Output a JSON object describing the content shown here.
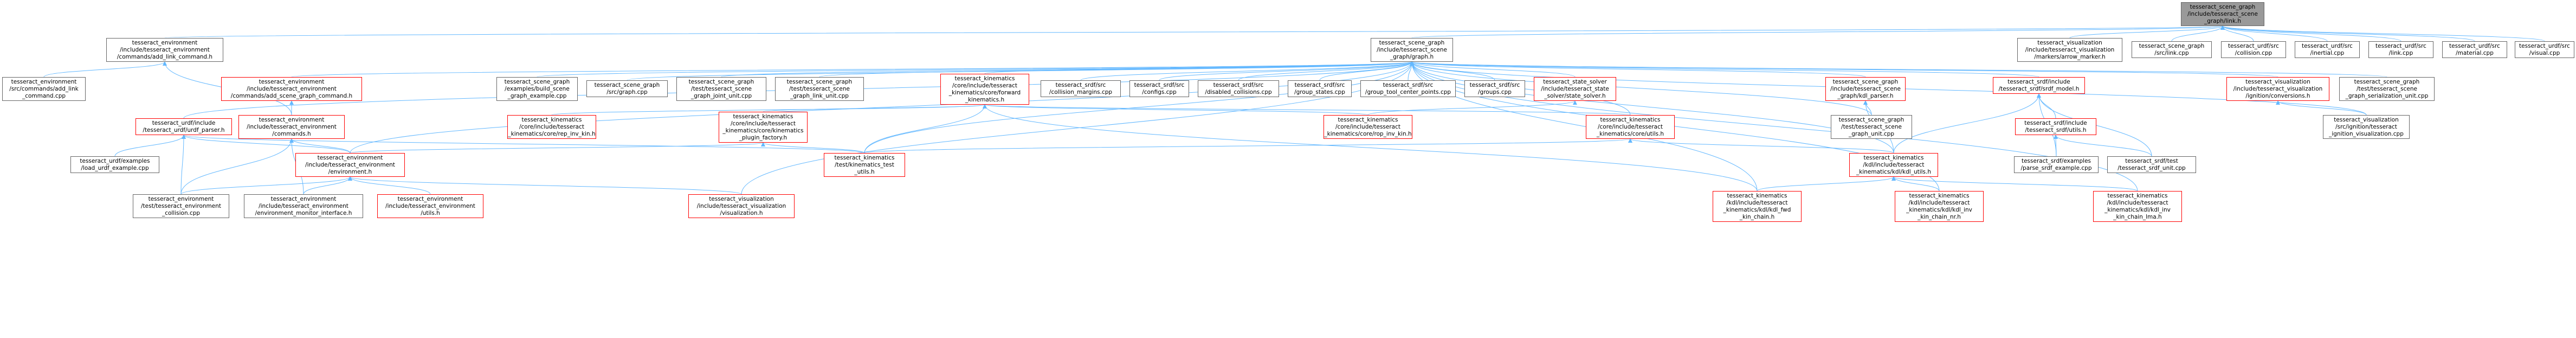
{
  "graph": {
    "colors": {
      "edge": "#63B8FF",
      "edge_dark": "#404040",
      "node_border": "#666666",
      "node_border_truncated": "#FF0000",
      "focus_fill": "#999999"
    },
    "nodes": [
      {
        "id": "n0",
        "label": "tesseract_scene_graph\n/include/tesseract_scene\n_graph/link.h",
        "style": "focus"
      },
      {
        "id": "n1",
        "label": "tesseract_environment\n/include/tesseract_environment\n/commands/add_link_command.h",
        "style": "normal"
      },
      {
        "id": "n2",
        "label": "tesseract_scene_graph\n/include/tesseract_scene\n_graph/graph.h",
        "style": "normal"
      },
      {
        "id": "n3",
        "label": "tesseract_visualization\n/include/tesseract_visualization\n/markers/arrow_marker.h",
        "style": "normal"
      },
      {
        "id": "n4",
        "label": "tesseract_scene_graph\n/src/link.cpp",
        "style": "normal"
      },
      {
        "id": "n5",
        "label": "tesseract_urdf/src\n/collision.cpp",
        "style": "normal"
      },
      {
        "id": "n6",
        "label": "tesseract_urdf/src\n/inertial.cpp",
        "style": "normal"
      },
      {
        "id": "n7",
        "label": "tesseract_urdf/src\n/link.cpp",
        "style": "normal"
      },
      {
        "id": "n8",
        "label": "tesseract_urdf/src\n/material.cpp",
        "style": "normal"
      },
      {
        "id": "n9",
        "label": "tesseract_urdf/src\n/visual.cpp",
        "style": "normal"
      },
      {
        "id": "n10",
        "label": "tesseract_environment\n/src/commands/add_link\n_command.cpp",
        "style": "normal"
      },
      {
        "id": "n11",
        "label": "tesseract_environment\n/include/tesseract_environment\n/commands/add_scene_graph_command.h",
        "style": "red"
      },
      {
        "id": "n12",
        "label": "tesseract_scene_graph\n/examples/build_scene\n_graph_example.cpp",
        "style": "normal"
      },
      {
        "id": "n13",
        "label": "tesseract_scene_graph\n/src/graph.cpp",
        "style": "normal"
      },
      {
        "id": "n14",
        "label": "tesseract_scene_graph\n/test/tesseract_scene\n_graph_joint_unit.cpp",
        "style": "normal"
      },
      {
        "id": "n15",
        "label": "tesseract_scene_graph\n/test/tesseract_scene\n_graph_link_unit.cpp",
        "style": "normal"
      },
      {
        "id": "n16",
        "label": "tesseract_kinematics\n/core/include/tesseract\n_kinematics/core/forward\n_kinematics.h",
        "style": "red"
      },
      {
        "id": "n17",
        "label": "tesseract_srdf/src\n/collision_margins.cpp",
        "style": "normal"
      },
      {
        "id": "n18",
        "label": "tesseract_srdf/src\n/configs.cpp",
        "style": "normal"
      },
      {
        "id": "n19",
        "label": "tesseract_srdf/src\n/disabled_collisions.cpp",
        "style": "normal"
      },
      {
        "id": "n20",
        "label": "tesseract_srdf/src\n/group_states.cpp",
        "style": "normal"
      },
      {
        "id": "n21",
        "label": "tesseract_srdf/src\n/group_tool_center_points.cpp",
        "style": "normal"
      },
      {
        "id": "n22",
        "label": "tesseract_srdf/src\n/groups.cpp",
        "style": "normal"
      },
      {
        "id": "n23",
        "label": "tesseract_state_solver\n/include/tesseract_state\n_solver/state_solver.h",
        "style": "red"
      },
      {
        "id": "n24",
        "label": "tesseract_scene_graph\n/include/tesseract_scene\n_graph/kdl_parser.h",
        "style": "red"
      },
      {
        "id": "n25",
        "label": "tesseract_srdf/include\n/tesseract_srdf/srdf_model.h",
        "style": "red"
      },
      {
        "id": "n26",
        "label": "tesseract_visualization\n/include/tesseract_visualization\n/ignition/conversions.h",
        "style": "red"
      },
      {
        "id": "n27",
        "label": "tesseract_scene_graph\n/test/tesseract_scene\n_graph_serialization_unit.cpp",
        "style": "normal"
      },
      {
        "id": "n28",
        "label": "tesseract_environment\n/include/tesseract_environment\n/commands.h",
        "style": "red"
      },
      {
        "id": "n29",
        "label": "tesseract_urdf/include\n/tesseract_urdf/urdf_parser.h",
        "style": "red"
      },
      {
        "id": "n30",
        "label": "tesseract_kinematics\n/core/include/tesseract\n_kinematics/core/rep_inv_kin.h",
        "style": "red"
      },
      {
        "id": "n31",
        "label": "tesseract_kinematics\n/core/include/tesseract\n_kinematics/core/kinematics\n_plugin_factory.h",
        "style": "red"
      },
      {
        "id": "n32",
        "label": "tesseract_kinematics\n/core/include/tesseract\n_kinematics/core/rop_inv_kin.h",
        "style": "red"
      },
      {
        "id": "n33",
        "label": "tesseract_kinematics\n/core/include/tesseract\n_kinematics/core/utils.h",
        "style": "red"
      },
      {
        "id": "n34",
        "label": "tesseract_scene_graph\n/test/tesseract_scene\n_graph_unit.cpp",
        "style": "normal"
      },
      {
        "id": "n35",
        "label": "tesseract_srdf/include\n/tesseract_srdf/utils.h",
        "style": "red"
      },
      {
        "id": "n36",
        "label": "tesseract_visualization\n/src/ignition/tesseract\n_ignition_visualization.cpp",
        "style": "normal"
      },
      {
        "id": "n37",
        "label": "tesseract_urdf/examples\n/load_urdf_example.cpp",
        "style": "normal"
      },
      {
        "id": "n38",
        "label": "tesseract_environment\n/include/tesseract_environment\n/environment.h",
        "style": "red"
      },
      {
        "id": "n39",
        "label": "tesseract_kinematics\n/test/kinematics_test\n_utils.h",
        "style": "red"
      },
      {
        "id": "n40",
        "label": "tesseract_kinematics\n/kdl/include/tesseract\n_kinematics/kdl/kdl_utils.h",
        "style": "red"
      },
      {
        "id": "n41",
        "label": "tesseract_srdf/examples\n/parse_srdf_example.cpp",
        "style": "normal"
      },
      {
        "id": "n42",
        "label": "tesseract_srdf/test\n/tesseract_srdf_unit.cpp",
        "style": "normal"
      },
      {
        "id": "n43",
        "label": "tesseract_environment\n/test/tesseract_environment\n_collision.cpp",
        "style": "normal"
      },
      {
        "id": "n44",
        "label": "tesseract_environment\n/include/tesseract_environment\n/environment_monitor_interface.h",
        "style": "normal"
      },
      {
        "id": "n45",
        "label": "tesseract_environment\n/include/tesseract_environment\n/utils.h",
        "style": "red"
      },
      {
        "id": "n46",
        "label": "tesseract_visualization\n/include/tesseract_visualization\n/visualization.h",
        "style": "red"
      },
      {
        "id": "n47",
        "label": "tesseract_kinematics\n/kdl/include/tesseract\n_kinematics/kdl/kdl_fwd\n_kin_chain.h",
        "style": "red"
      },
      {
        "id": "n48",
        "label": "tesseract_kinematics\n/kdl/include/tesseract\n_kinematics/kdl/kdl_inv\n_kin_chain_nr.h",
        "style": "red"
      },
      {
        "id": "n49",
        "label": "tesseract_kinematics\n/kdl/include/tesseract\n_kinematics/kdl/kdl_inv\n_kin_chain_lma.h",
        "style": "red"
      }
    ],
    "edges": [
      [
        "n1",
        "n0"
      ],
      [
        "n2",
        "n0"
      ],
      [
        "n3",
        "n0"
      ],
      [
        "n4",
        "n0"
      ],
      [
        "n5",
        "n0"
      ],
      [
        "n6",
        "n0"
      ],
      [
        "n7",
        "n0"
      ],
      [
        "n8",
        "n0"
      ],
      [
        "n9",
        "n0"
      ],
      [
        "n10",
        "n1"
      ],
      [
        "n28",
        "n1"
      ],
      [
        "n11",
        "n2"
      ],
      [
        "n12",
        "n2"
      ],
      [
        "n13",
        "n2"
      ],
      [
        "n14",
        "n2"
      ],
      [
        "n15",
        "n2"
      ],
      [
        "n16",
        "n2"
      ],
      [
        "n17",
        "n2"
      ],
      [
        "n18",
        "n2"
      ],
      [
        "n19",
        "n2"
      ],
      [
        "n20",
        "n2"
      ],
      [
        "n21",
        "n2"
      ],
      [
        "n22",
        "n2"
      ],
      [
        "n23",
        "n2"
      ],
      [
        "n24",
        "n2"
      ],
      [
        "n25",
        "n2"
      ],
      [
        "n26",
        "n2"
      ],
      [
        "n27",
        "n2"
      ],
      [
        "n29",
        "n2"
      ],
      [
        "n38",
        "n2"
      ],
      [
        "n39",
        "n2"
      ],
      [
        "n33",
        "n2"
      ],
      [
        "n34",
        "n2"
      ],
      [
        "n40",
        "n2"
      ],
      [
        "n46",
        "n2"
      ],
      [
        "n47",
        "n2"
      ],
      [
        "n48",
        "n2"
      ],
      [
        "n49",
        "n2"
      ],
      [
        "n36",
        "n2"
      ],
      [
        "n28",
        "n11"
      ],
      [
        "n38",
        "n28"
      ],
      [
        "n43",
        "n28"
      ],
      [
        "n44",
        "n28"
      ],
      [
        "n31",
        "n16"
      ],
      [
        "n30",
        "n16"
      ],
      [
        "n32",
        "n16"
      ],
      [
        "n33",
        "n16"
      ],
      [
        "n39",
        "n16"
      ],
      [
        "n47",
        "n16"
      ],
      [
        "n38",
        "n31"
      ],
      [
        "n39",
        "n31"
      ],
      [
        "n32",
        "n23"
      ],
      [
        "n34",
        "n24"
      ],
      [
        "n40",
        "n24"
      ],
      [
        "n35",
        "n25"
      ],
      [
        "n41",
        "n25"
      ],
      [
        "n42",
        "n25"
      ],
      [
        "n40",
        "n25"
      ],
      [
        "n41",
        "n35"
      ],
      [
        "n42",
        "n35"
      ],
      [
        "n36",
        "n26"
      ],
      [
        "n37",
        "n29"
      ],
      [
        "n39",
        "n29"
      ],
      [
        "n43",
        "n29"
      ],
      [
        "n38",
        "n29"
      ],
      [
        "n39",
        "n33"
      ],
      [
        "n40",
        "n33"
      ],
      [
        "n47",
        "n40"
      ],
      [
        "n48",
        "n40"
      ],
      [
        "n49",
        "n40"
      ],
      [
        "n43",
        "n38"
      ],
      [
        "n44",
        "n38"
      ],
      [
        "n45",
        "n38"
      ],
      [
        "n46",
        "n38"
      ]
    ]
  }
}
